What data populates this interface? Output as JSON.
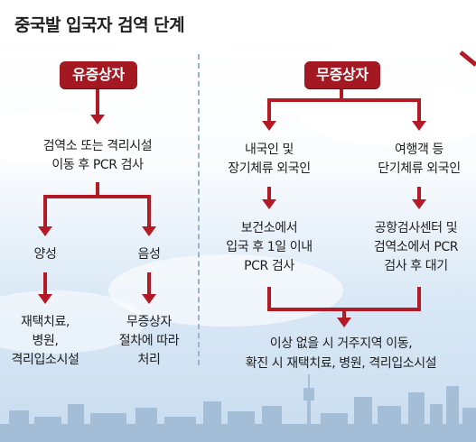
{
  "title": "중국발 입국자 검역 단계",
  "left": {
    "badge": "유증상자",
    "step1": [
      "검역소 또는 격리시설",
      "이동 후 PCR 검사"
    ],
    "positive": "양성",
    "negative": "음성",
    "positive_result": [
      "재택치료,",
      "병원,",
      "격리입소시설"
    ],
    "negative_result": [
      "무증상자",
      "절차에 따라",
      "처리"
    ]
  },
  "right": {
    "badge": "무증상자",
    "group_a": [
      "내국인 및",
      "장기체류 외국인"
    ],
    "group_b": [
      "여행객 등",
      "단기체류 외국인"
    ],
    "step_a": [
      "보건소에서",
      "입국 후 1일 이내",
      "PCR 검사"
    ],
    "step_b": [
      "공항검사센터 및",
      "검역소에서 PCR",
      "검사 후 대기"
    ],
    "final": [
      "이상 없을 시 거주지역 이동,",
      "확진 시 재택치료, 병원, 격리입소시설"
    ]
  },
  "colors": {
    "accent": "#a41822",
    "text": "#1e1e1e"
  }
}
